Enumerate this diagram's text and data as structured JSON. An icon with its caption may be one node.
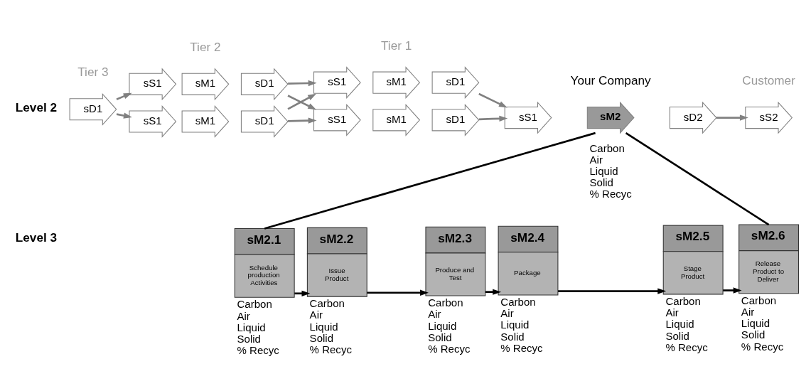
{
  "diagram": {
    "nodes": [
      {
        "text": [
          "sD1"
        ]
      },
      {
        "text": [
          "sS1"
        ]
      },
      {
        "text": [
          "sM1"
        ]
      },
      {
        "text": [
          "sD1"
        ]
      },
      {
        "text": [
          "sS1"
        ]
      },
      {
        "text": [
          "sM1"
        ]
      },
      {
        "text": [
          "sD1"
        ]
      },
      {
        "text": [
          "sS1"
        ]
      },
      {
        "text": [
          "sM1"
        ]
      },
      {
        "text": [
          "sD1"
        ]
      },
      {
        "text": [
          "sS1"
        ]
      },
      {
        "text": [
          "sM1"
        ]
      },
      {
        "text": [
          "sD1"
        ]
      },
      {
        "text": [
          "sS1"
        ]
      },
      {
        "text": [
          "sM2"
        ],
        "beside": [
          "Carbon",
          "Air",
          "Liquid",
          "Solid",
          "% Recyc"
        ]
      },
      {
        "text": [
          "sD2"
        ]
      },
      {
        "text": [
          "sS2"
        ]
      },
      {
        "text": [
          "sM2.1",
          "Schedule production Activities"
        ],
        "beside": [
          "Carbon",
          "Air",
          "Liquid",
          "Solid",
          "% Recyc"
        ]
      },
      {
        "text": [
          "sM2.2",
          "Issue Product"
        ],
        "beside": [
          "Carbon",
          "Air",
          "Liquid",
          "Solid",
          "% Recyc"
        ]
      },
      {
        "text": [
          "sM2.3",
          "Produce and Test"
        ],
        "beside": [
          "Carbon",
          "Air",
          "Liquid",
          "Solid",
          "% Recyc"
        ]
      },
      {
        "text": [
          "sM2.4",
          "Package"
        ],
        "beside": [
          "Carbon",
          "Air",
          "Liquid",
          "Solid",
          "% Recyc"
        ]
      },
      {
        "text": [
          "sM2.5",
          "Stage Product"
        ],
        "beside": [
          "Carbon",
          "Air",
          "Liquid",
          "Solid",
          "% Recyc"
        ]
      },
      {
        "text": [
          "sM2.6",
          "Release Product to Deliver"
        ],
        "beside": [
          "Carbon",
          "Air",
          "Liquid",
          "Solid",
          "% Recyc"
        ]
      }
    ],
    "edges": [
      {
        "from": 0,
        "to": 1,
        "arrow": "to",
        "color": "#808080"
      },
      {
        "from": 0,
        "to": 4,
        "arrow": "to",
        "color": "#808080"
      },
      {
        "from": 3,
        "to": 7,
        "arrow": "to",
        "color": "#808080"
      },
      {
        "from": 3,
        "to": 10,
        "arrow": "to",
        "color": "#808080"
      },
      {
        "from": 6,
        "to": 7,
        "arrow": "to",
        "color": "#808080"
      },
      {
        "from": 6,
        "to": 10,
        "arrow": "to",
        "color": "#808080"
      },
      {
        "from": 9,
        "to": 13,
        "arrow": "to",
        "color": "#808080"
      },
      {
        "from": 12,
        "to": 13,
        "arrow": "to",
        "color": "#808080"
      },
      {
        "from": 15,
        "to": 16,
        "arrow": "to",
        "color": "#808080"
      },
      {
        "from": 14,
        "to": 17,
        "arrow": "none",
        "color": "#000000"
      },
      {
        "from": 14,
        "to": 22,
        "arrow": "none",
        "color": "#000000"
      },
      {
        "from": 17,
        "to": 18,
        "arrow": "to",
        "color": "#000000"
      },
      {
        "from": 18,
        "to": 19,
        "arrow": "to",
        "color": "#000000"
      },
      {
        "from": 19,
        "to": 20,
        "arrow": "to",
        "color": "#000000"
      },
      {
        "from": 20,
        "to": 21,
        "arrow": "to",
        "color": "#000000"
      },
      {
        "from": 21,
        "to": 22,
        "arrow": "to",
        "color": "#000000"
      }
    ],
    "labels": [
      "Tier 3",
      "Tier 2",
      "Tier 1",
      "Your Company",
      "Customer",
      "Level 2",
      "Level 3"
    ]
  }
}
